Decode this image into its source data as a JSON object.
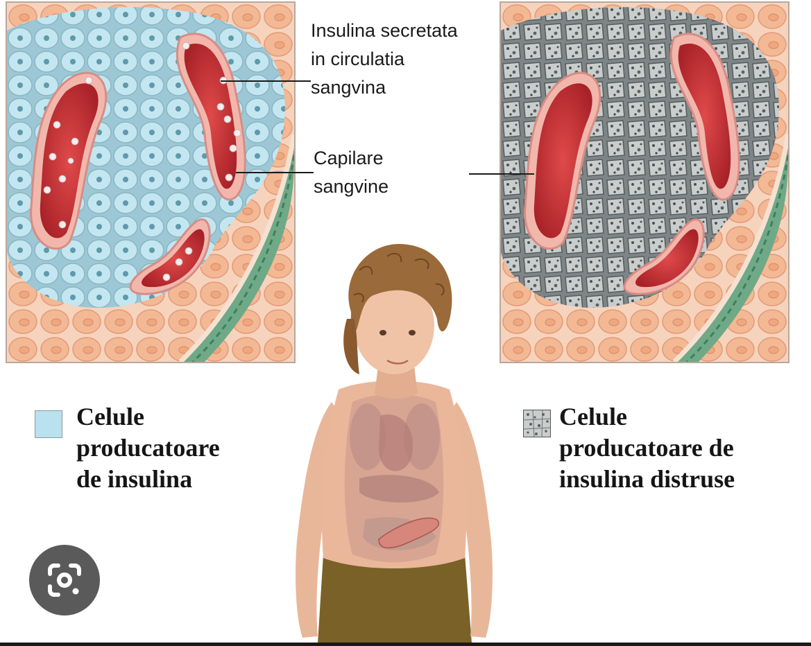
{
  "annotations": {
    "insulin_secreted": "Insulina secretata\nin circulatia\nsangvina",
    "capillaries": "Capilare\nsangvine"
  },
  "legend": {
    "healthy_cells": "Celule\nproducatoare\nde insulina",
    "destroyed_cells": "Celule\nproducatoare de\ninsulina distruse"
  },
  "colors": {
    "healthy_cell": "#b9e1ee",
    "acinar_cell": "#f3b894",
    "capillary_wall": "#e8a7a0",
    "blood": "#c8383c",
    "vessel": "#6fa987",
    "destroyed_cell": "#9ea4a6",
    "lens_button": "#5a5a5a"
  },
  "icons": {
    "lens": "google-lens-icon"
  }
}
